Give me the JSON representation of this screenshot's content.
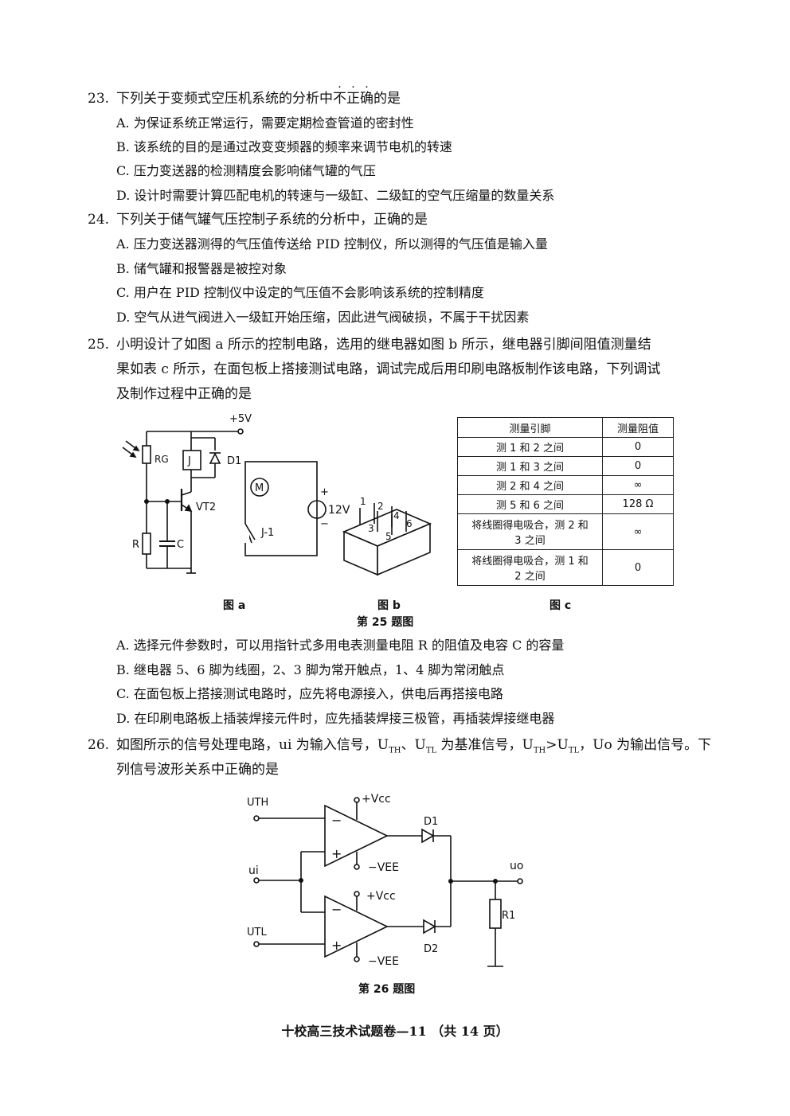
{
  "q23": {
    "num": "23.",
    "stem_a": "下列关于变频式空压机系统的分析中",
    "stem_dots": [
      "不",
      "正",
      "确"
    ],
    "stem_b": "的是",
    "options": [
      "A. 为保证系统正常运行，需要定期检查管道的密封性",
      "B. 该系统的目的是通过改变变频器的频率来调节电机的转速",
      "C. 压力变送器的检测精度会影响储气罐的气压",
      "D. 设计时需要计算匹配电机的转速与一级缸、二级缸的空气压缩量的数量关系"
    ]
  },
  "q24": {
    "num": "24.",
    "stem": "下列关于储气罐气压控制子系统的分析中，正确的是",
    "options": [
      "A. 压力变送器测得的气压值传送给 PID 控制仪，所以测得的气压值是输入量",
      "B. 储气罐和报警器是被控对象",
      "C. 用户在 PID 控制仪中设定的气压值不会影响该系统的控制精度",
      "D. 空气从进气阀进入一级缸开始压缩，因此进气阀破损，不属于干扰因素"
    ]
  },
  "q25": {
    "num": "25.",
    "stem_lines": [
      "小明设计了如图 a 所示的控制电路，选用的继电器如图 b 所示，继电器引脚间阻值测量结",
      "果如表 c 所示，在面包板上搭接测试电路，调试完成后用印刷电路板制作该电路，下列调试",
      "及制作过程中正确的是"
    ],
    "fig_a": {
      "vcc": "+5V",
      "rg": "RG",
      "j": "J",
      "d1": "D1",
      "vt2": "VT2",
      "r": "R",
      "c": "C",
      "m": "M",
      "j1": "J-1",
      "v12": "12V",
      "plus": "+",
      "minus": "−"
    },
    "fig_b": {
      "pins": [
        "1",
        "2",
        "3",
        "4",
        "5",
        "6"
      ]
    },
    "table": {
      "headers": [
        "测量引脚",
        "测量阻值"
      ],
      "rows": [
        [
          "测 1 和 2 之间",
          "0"
        ],
        [
          "测 1 和 3 之间",
          "0"
        ],
        [
          "测 2 和 4 之间",
          "∞"
        ],
        [
          "测 5 和 6 之间",
          "128 Ω"
        ],
        [
          "将线圈得电吸合，测 2 和\n3 之间",
          "∞"
        ],
        [
          "将线圈得电吸合，测 1 和\n2 之间",
          "0"
        ]
      ]
    },
    "captions": [
      "图 a",
      "图 b",
      "图 c"
    ],
    "figure_title": "第 25 题图",
    "options": [
      "A. 选择元件参数时，可以用指针式多用电表测量电阻 R 的阻值及电容 C 的容量",
      "B. 继电器 5、6 脚为线圈，2、3 脚为常开触点，1、4 脚为常闭触点",
      "C. 在面包板上搭接测试电路时，应先将电源接入，供电后再搭接电路",
      "D. 在印刷电路板上插装焊接元件时，应先插装焊接三极管，再插装焊接继电器"
    ]
  },
  "q26": {
    "num": "26.",
    "stem_line1": "如图所示的信号处理电路，ui 为输入信号，U",
    "stem_line1_parts": [
      "TH",
      "、U",
      "TL",
      " 为基准信号，U",
      "TH",
      ">U",
      "TL",
      "，Uo 为输出信号。下"
    ],
    "stem_line2": "列信号波形关系中正确的是",
    "fig": {
      "uth": "UTH",
      "ui": "ui",
      "utl": "UTL",
      "uo": "uo",
      "vcc": "+Vcc",
      "vee": "−VEE",
      "d1": "D1",
      "d2": "D2",
      "r1": "R1",
      "minus": "−",
      "plus": "+"
    },
    "figure_title": "第 26 题图"
  },
  "footer": "十校高三技术试题卷—11 （共 14 页）"
}
